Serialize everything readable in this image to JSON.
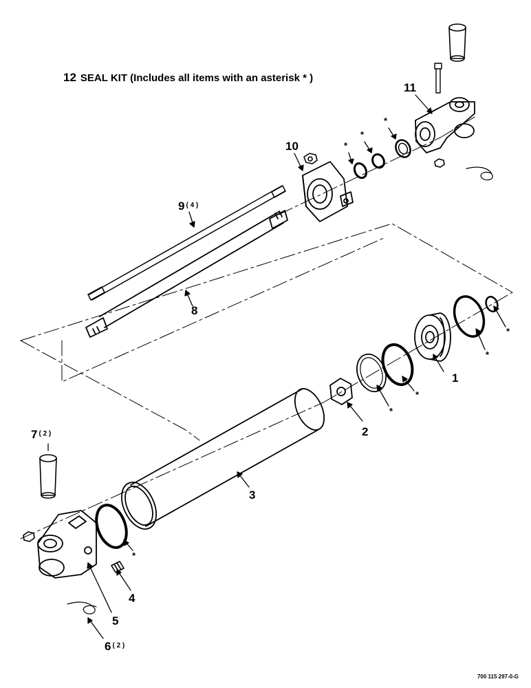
{
  "title": {
    "number": "12",
    "text": "SEAL KIT (Includes all items with an asterisk * )"
  },
  "callouts": [
    {
      "id": "c1",
      "number": "1",
      "qty": ""
    },
    {
      "id": "c2",
      "number": "2",
      "qty": ""
    },
    {
      "id": "c3",
      "number": "3",
      "qty": ""
    },
    {
      "id": "c4",
      "number": "4",
      "qty": ""
    },
    {
      "id": "c5",
      "number": "5",
      "qty": ""
    },
    {
      "id": "c6",
      "number": "6",
      "qty": "( 2 )"
    },
    {
      "id": "c7",
      "number": "7",
      "qty": "( 2 )"
    },
    {
      "id": "c8",
      "number": "8",
      "qty": ""
    },
    {
      "id": "c9",
      "number": "9",
      "qty": "( 4 )"
    },
    {
      "id": "c10",
      "number": "10",
      "qty": ""
    },
    {
      "id": "c11",
      "number": "11",
      "qty": ""
    }
  ],
  "asterisk": "*",
  "drawing_id": "700 115 297-0-G",
  "colors": {
    "line": "#000000",
    "background": "#ffffff"
  }
}
